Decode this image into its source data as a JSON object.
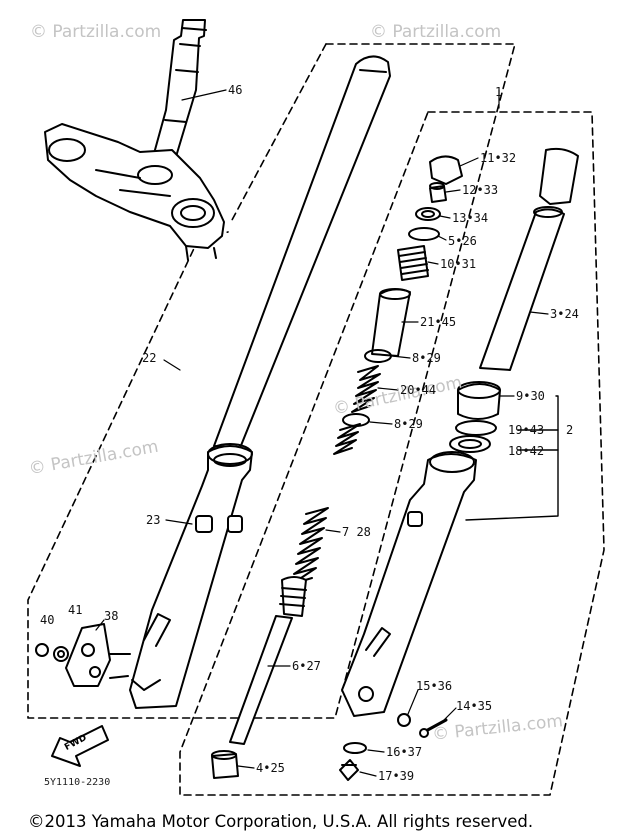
{
  "watermarks": [
    "© Partzilla.com",
    "© Partzilla.com",
    "© Partzilla.com",
    "© Partzilla.com",
    "© Partzilla.com"
  ],
  "callouts": {
    "c46": "46",
    "c1": "1",
    "c1132": "11•32",
    "c1233": "12•33",
    "c1334": "13•34",
    "c526": "5•26",
    "c1031": "10•31",
    "c2145": "21•45",
    "c829a": "8•29",
    "c2044": "20•44",
    "c829b": "8•29",
    "c324": "3•24",
    "c930": "9•30",
    "c1943": "19•43",
    "c1842": "18•42",
    "c2": "2",
    "c22": "22",
    "c23": "23",
    "c728": "7 28",
    "c40": "40",
    "c41": "41",
    "c38": "38",
    "c627": "6•27",
    "c1536": "15•36",
    "c1435": "14•35",
    "c1637": "16•37",
    "c1739": "17•39",
    "c425": "4•25"
  },
  "fwd_label": "FWD",
  "diagram_code": "5Y1110-2230",
  "copyright": "©2013  Yamaha Motor Corporation, U.S.A. All rights reserved."
}
